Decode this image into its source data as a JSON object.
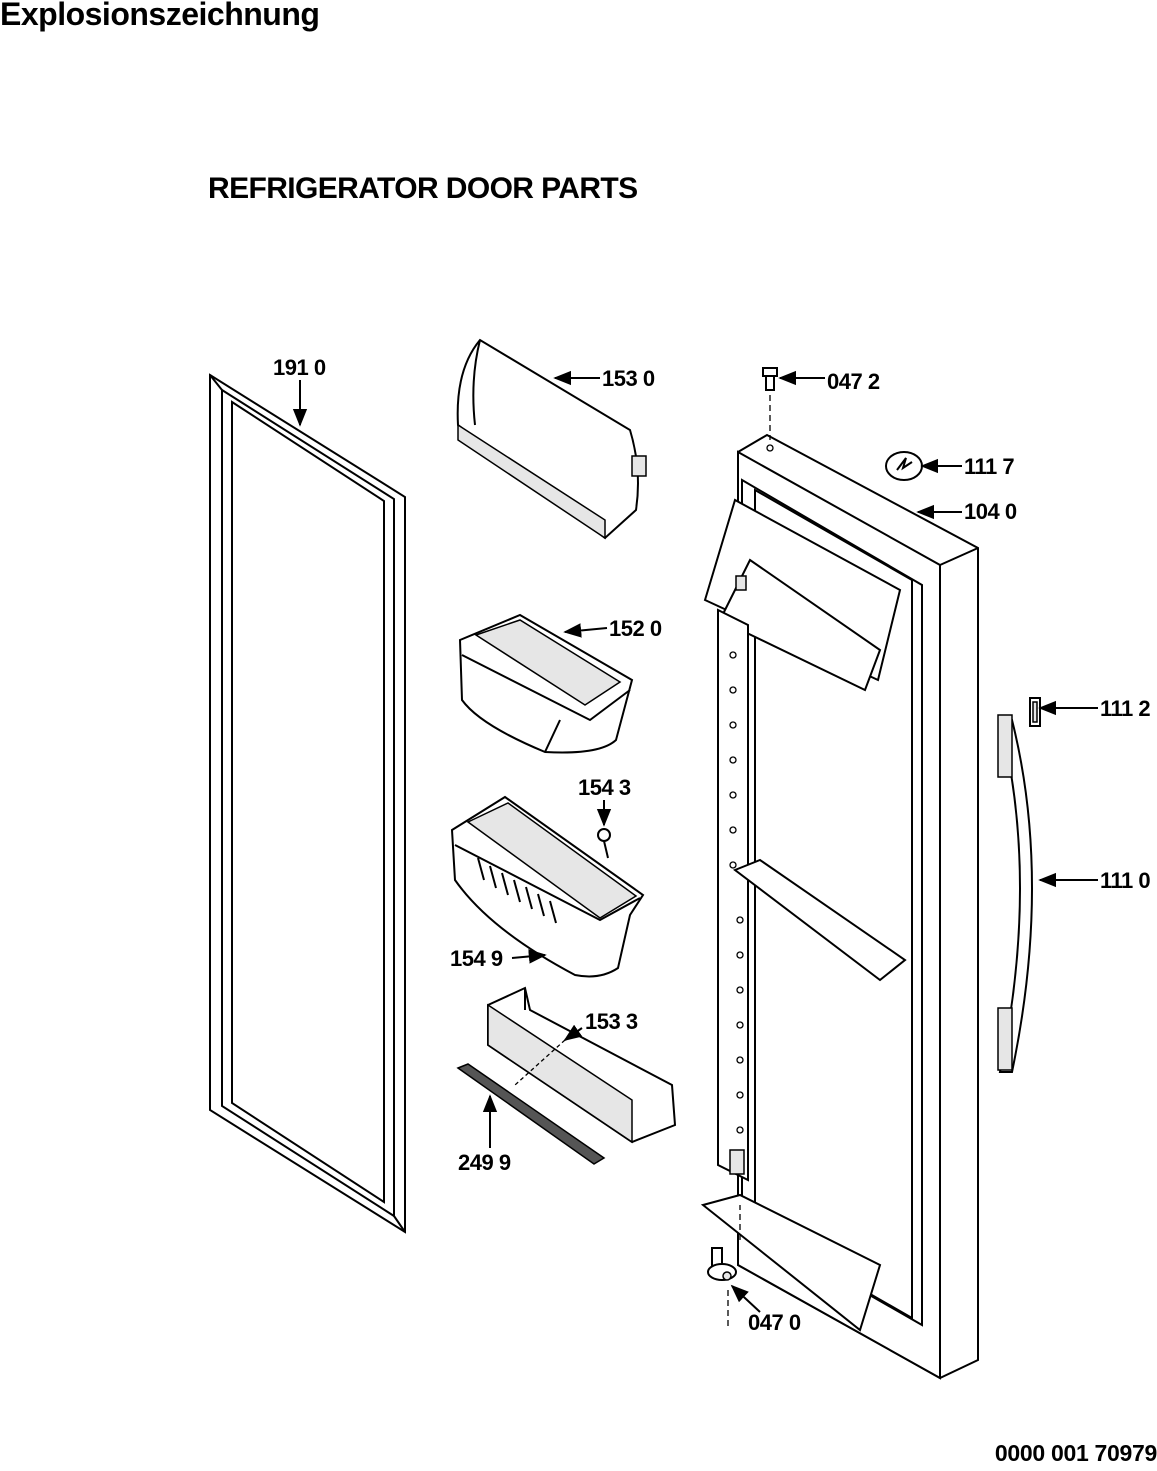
{
  "header": {
    "title": "Explosionszeichnung"
  },
  "diagram": {
    "title": "REFRIGERATOR DOOR PARTS"
  },
  "parts": {
    "p1910": "191 0",
    "p1530": "153 0",
    "p0472": "047 2",
    "p1117": "111 7",
    "p1040": "104 0",
    "p1520": "152 0",
    "p1112": "111 2",
    "p1543": "154 3",
    "p1110": "111 0",
    "p1549": "154 9",
    "p1533": "153 3",
    "p2499": "249 9",
    "p0470": "047 0"
  },
  "footer": {
    "drawing_number": "0000 001 70979"
  }
}
